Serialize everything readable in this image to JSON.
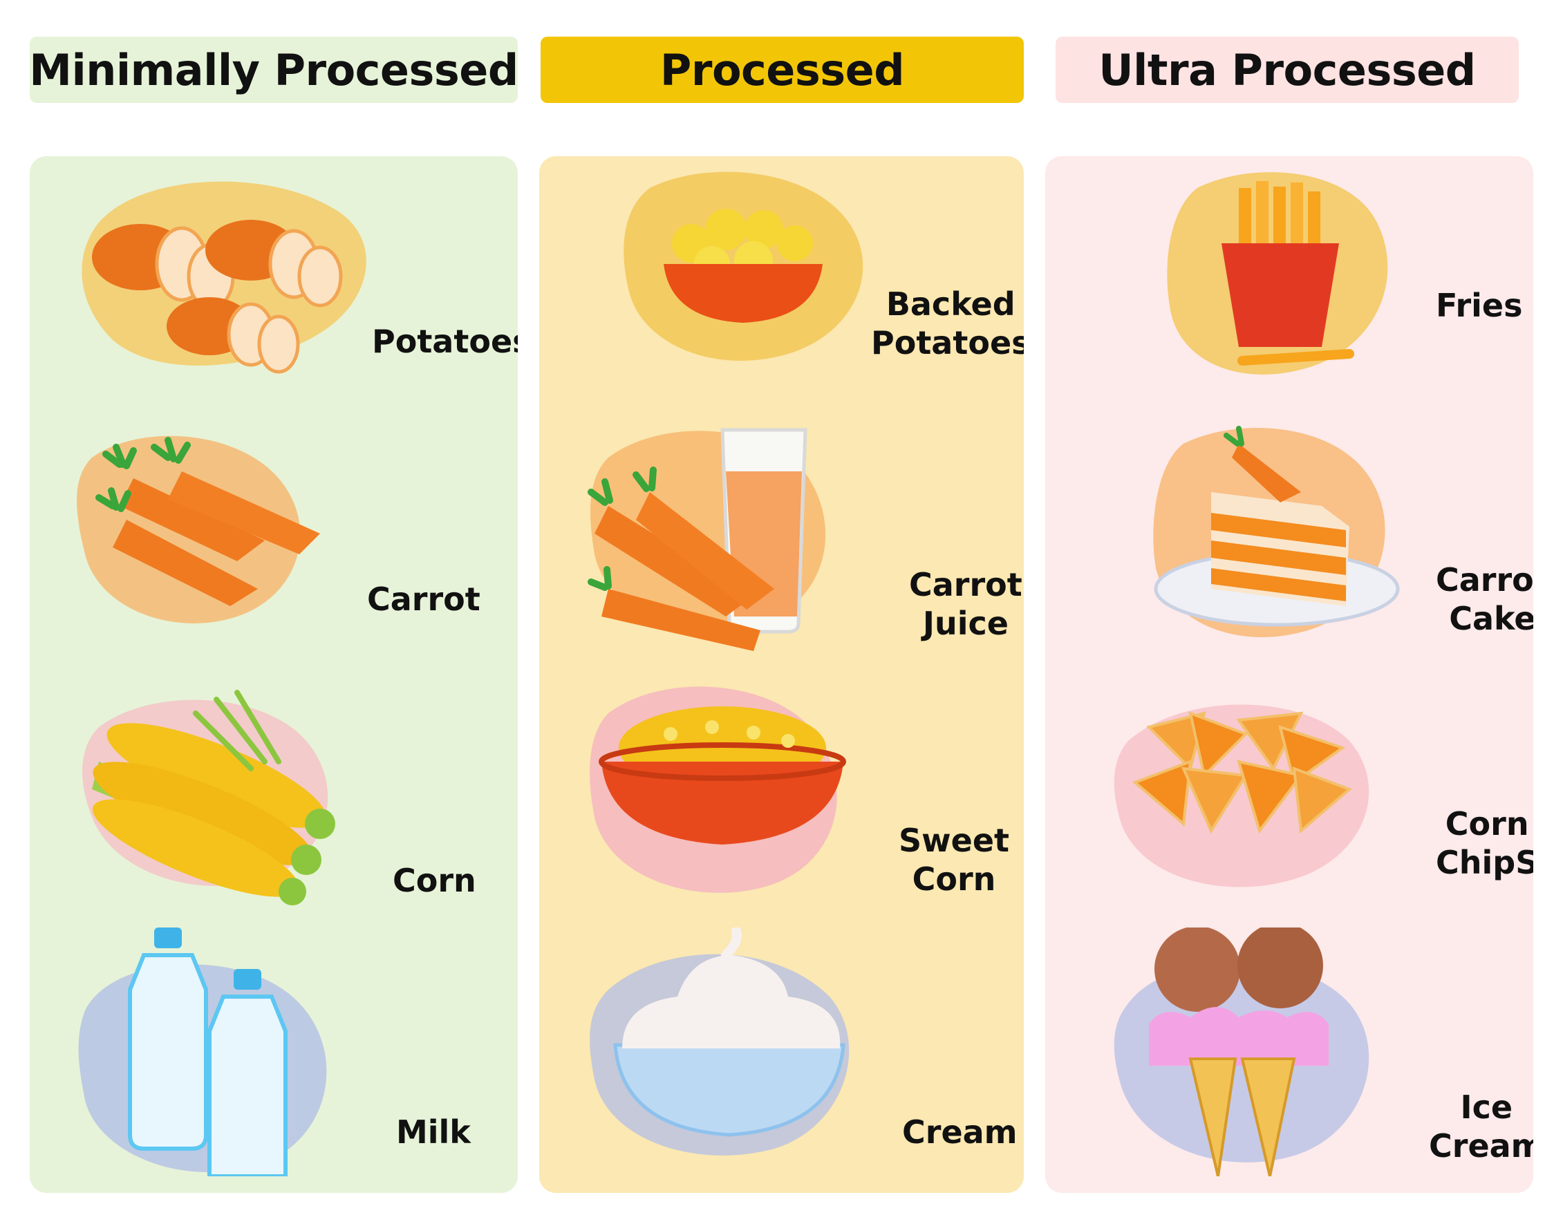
{
  "headers": {
    "minimally": "Minimally Processed",
    "processed": "Processed",
    "ultra": "Ultra Processed"
  },
  "columns": {
    "minimally": {
      "items": [
        {
          "label": "Potatoes"
        },
        {
          "label": "Carrot"
        },
        {
          "label": "Corn"
        },
        {
          "label": "Milk"
        }
      ]
    },
    "processed": {
      "items": [
        {
          "label": "Backed\nPotatoes"
        },
        {
          "label": "Carrot\nJuice"
        },
        {
          "label": "Sweet\nCorn"
        },
        {
          "label": "Cream"
        }
      ]
    },
    "ultra": {
      "items": [
        {
          "label": "Fries"
        },
        {
          "label": "Carrot\nCake"
        },
        {
          "label": "Corn\nChipS"
        },
        {
          "label": "Ice\nCream"
        }
      ]
    }
  },
  "colors": {
    "minimally_bg": "#e6f3d8",
    "processed_header": "#f2c607",
    "processed_bg": "#fbe8b2",
    "ultra_bg": "#fdeaea"
  },
  "icons": {
    "minimally": [
      "potatoes-icon",
      "carrot-icon",
      "corn-icon",
      "milk-icon"
    ],
    "processed": [
      "baked-potatoes-icon",
      "carrot-juice-icon",
      "sweet-corn-icon",
      "cream-icon"
    ],
    "ultra": [
      "fries-icon",
      "carrot-cake-icon",
      "corn-chips-icon",
      "ice-cream-icon"
    ]
  }
}
